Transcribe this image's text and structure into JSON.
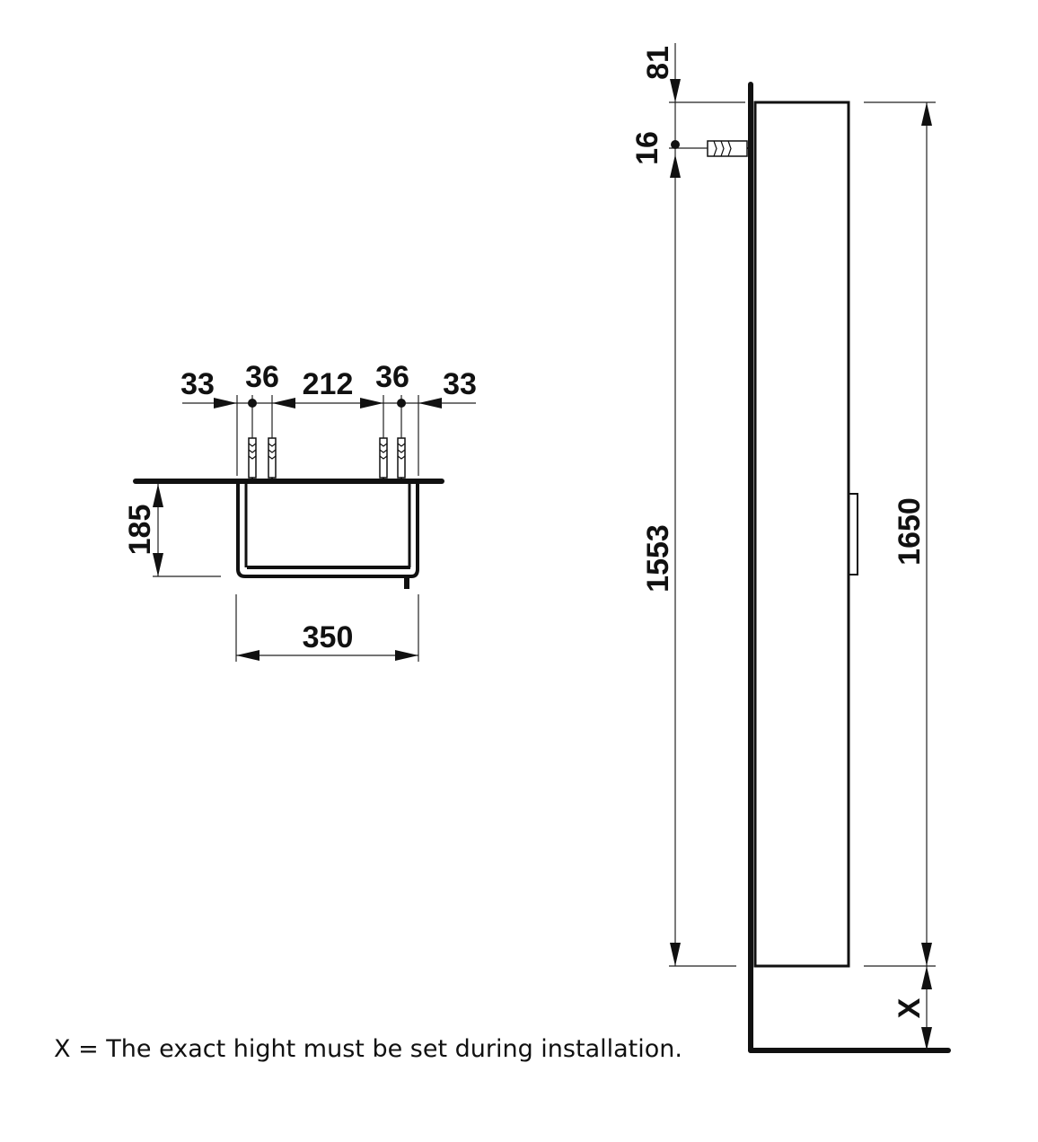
{
  "top_view": {
    "dims": {
      "left_margin": "33",
      "left_hole_gap": "36",
      "center_span": "212",
      "right_hole_gap": "36",
      "right_margin": "33",
      "depth": "185",
      "width": "350"
    }
  },
  "side_view": {
    "dims": {
      "top_offset": "81",
      "hole_offset": "16",
      "hole_to_bottom": "1553",
      "total_height": "1650",
      "floor_gap": "X"
    }
  },
  "note": "X = The exact hight must be set during installation."
}
